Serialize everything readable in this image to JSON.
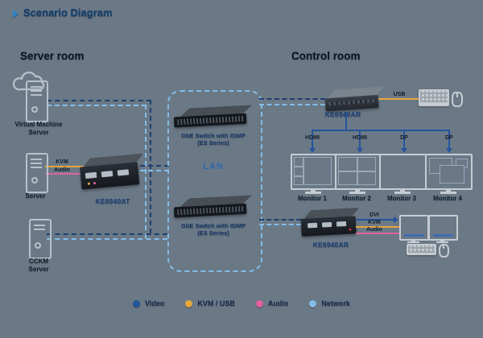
{
  "title": "Scenario Diagram",
  "sections": {
    "server_room": "Server room",
    "control_room": "Control room"
  },
  "server_room": {
    "vm_server": {
      "name_line1": "Virtual Machine",
      "name_line2": "Server"
    },
    "server": {
      "name": "Server"
    },
    "cckm_server": {
      "name_line1": "CCKM",
      "name_line2": "Server"
    },
    "transmitter": {
      "model": "KE6940AT",
      "kvm_label": "KVM",
      "audio_label": "Audio"
    }
  },
  "lan": {
    "label": "LAN",
    "switch_top": {
      "name_line1": "GbE Switch with IGMP",
      "name_line2": "(ES Series)"
    },
    "switch_bottom": {
      "name_line1": "GbE Switch with IGMP",
      "name_line2": "(ES Series)"
    }
  },
  "control_room": {
    "receiver_top": {
      "model": "KE6940AR",
      "usb_label": "USB"
    },
    "monitors": [
      {
        "port": "HDMI",
        "label": "Monitor 1"
      },
      {
        "port": "HDMI",
        "label": "Monitor 2"
      },
      {
        "port": "DP",
        "label": "Monitor 3"
      },
      {
        "port": "DP",
        "label": "Monitor 4"
      }
    ],
    "receiver_bottom": {
      "model": "KE6940AR",
      "dvi_label": "DVI",
      "kvm_label": "KVM",
      "audio_label": "Audio"
    }
  },
  "legend": {
    "items": [
      {
        "label": "Video",
        "color": "#24549a"
      },
      {
        "label": "KVM / USB",
        "color": "#e6a63c"
      },
      {
        "label": "Audio",
        "color": "#e0639f"
      },
      {
        "label": "Network",
        "color": "#85bce8"
      }
    ]
  }
}
